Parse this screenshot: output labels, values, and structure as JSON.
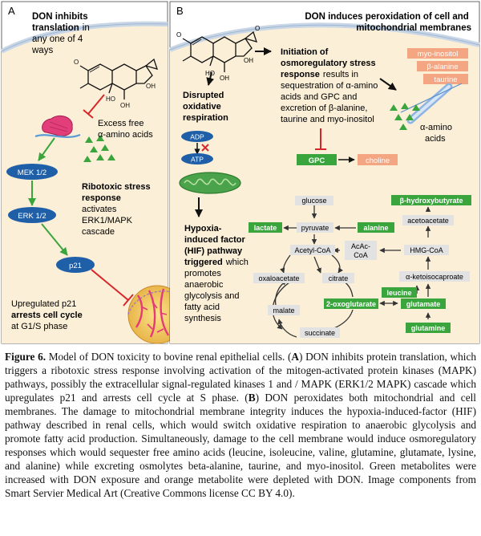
{
  "panel_a": {
    "label": "A",
    "title_lines": [
      "DON inhibits",
      "translation",
      "in",
      "any one of 4",
      "ways"
    ],
    "excess_lines": [
      "Excess free",
      "α-amino acids"
    ],
    "ribotoxic_lines": [
      "Ribotoxic stress",
      "response",
      "activates",
      "ERK1/MAPK",
      "cascade"
    ],
    "mek": "MEK 1/2",
    "erk": "ERK 1/2",
    "p21": "p21",
    "arrest_lines": [
      "Upregulated p21",
      "arrests cell cycle",
      "at G1/S phase"
    ]
  },
  "panel_b": {
    "label": "B",
    "title_lines": [
      "DON induces peroxidation of cell and",
      "mitochondrial membranes"
    ],
    "osmo_lines": [
      "Initiation of",
      "osmoregulatory  stress",
      "response",
      "results in",
      "sequestration of α-amino",
      "acids and GPC and",
      "excretion of β-alanine,",
      "taurine and myo-inositol"
    ],
    "osmolytes": [
      "myo-inositol",
      "β-alanine",
      "taurine"
    ],
    "amino_lines": [
      "α-amino",
      "acids"
    ],
    "gpc": "GPC",
    "choline": "choline",
    "disrupted_lines": [
      "Disrupted",
      "oxidative",
      "respiration"
    ],
    "adp": "ADP",
    "atp": "ATP",
    "hif_lines": [
      "Hypoxia-",
      "induced factor",
      "(HIF) pathway",
      "triggered",
      "which",
      "promotes",
      "anaerobic",
      "glycolysis and",
      "fatty acid",
      "synthesis"
    ],
    "metabolites": {
      "glucose": "glucose",
      "pyruvate": "pyruvate",
      "lactate": "lactate",
      "alanine": "alanine",
      "acetyl_coa": "Acetyl-CoA",
      "acac_coa_1": "AcAc-",
      "acac_coa_2": "CoA",
      "hmg_coa": "HMG-CoA",
      "acetoacetate": "acetoacetate",
      "hydroxybutyrate": "β-hydroxybutyrate",
      "oxaloacetate": "oxaloacetate",
      "citrate": "citrate",
      "ketoisocaproate": "α-ketoisocaproate",
      "leucine": "leucine",
      "malate": "malate",
      "oxoglutarate": "2-oxoglutarate",
      "glutamate": "glutamate",
      "succinate": "succinate",
      "glutamine": "glutamine"
    }
  },
  "caption": {
    "figure_label": "Figure 6.",
    "part1": " Model of DON toxicity to bovine renal epithelial cells. (",
    "a_label": "A",
    "part2": ") DON inhibits protein translation, which triggers a ribotoxic stress response involving activation of the mitogen-activated protein kinases (MAPK) pathways, possibly the extracellular signal-regulated kinases 1 and / MAPK (ERK1/2 MAPK) cascade which upregulates p21 and arrests cell cycle at S phase. (",
    "b_label": "B",
    "part3": ") DON peroxidates both mitochondrial and cell membranes. The damage to mitochondrial membrane integrity induces the hypoxia-induced-factor (HIF) pathway described in renal cells, which would switch oxidative respiration to anaerobic glycolysis and promote fatty acid production. Simultaneously, damage to the cell membrane would induce osmoregulatory responses which would sequester free amino acids (leucine, isoleucine, valine, glutamine, glutamate, lysine, and alanine) while excreting osmolytes beta-alanine, taurine, and myo-inositol. Green metabolites were increased with DON exposure and orange metabolite were depleted with DON. Image components from Smart Servier Medical Art (Creative Commons license CC BY 4.0)."
  },
  "colors": {
    "cell_fill": "#fbefd8",
    "membrane": "#c9d6e6",
    "oval_blue": "#1f5fa8",
    "green_box": "#3aa53c",
    "orange_box": "#f4a582",
    "grey_box": "#e2e2e2",
    "red_inhibit": "#d62728",
    "arrow_green": "#3aa53c",
    "mito": "#4aa34a"
  }
}
